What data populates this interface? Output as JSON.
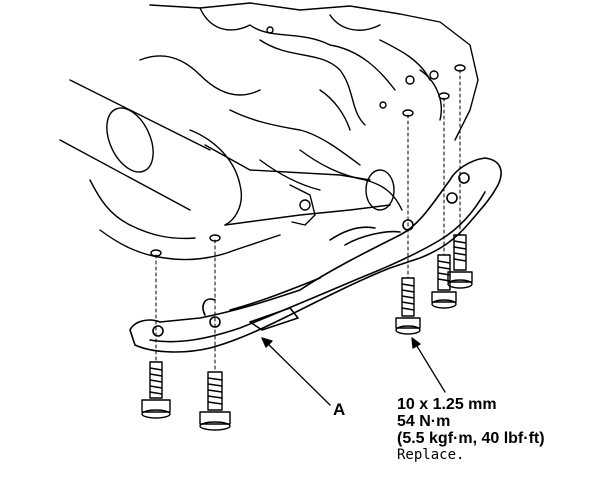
{
  "callout": {
    "letter": "A"
  },
  "spec": {
    "size": "10 x 1.25 mm",
    "torque_nm": "54 N·m",
    "torque_alt": "(5.5 kgf·m, 40 lbf·ft)",
    "note": "Replace."
  }
}
